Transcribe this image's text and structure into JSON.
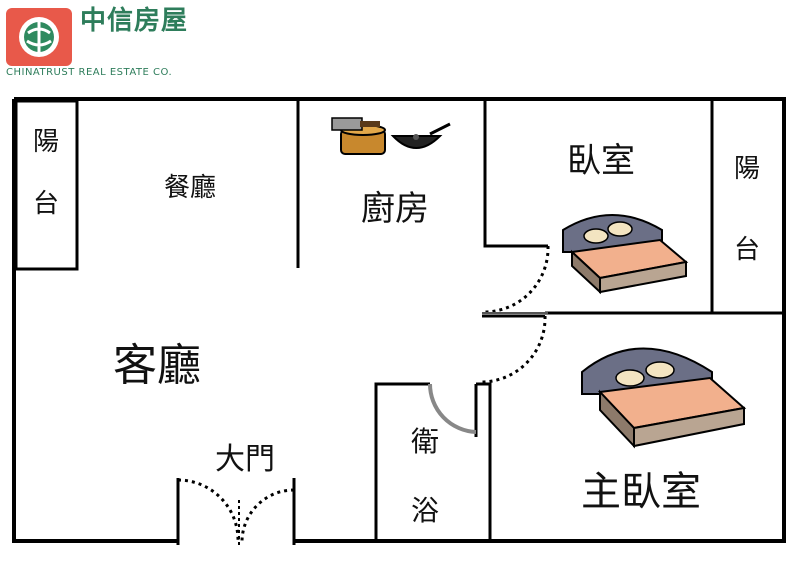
{
  "logo": {
    "name_zh": "中信房屋",
    "name_en": "CHINATRUST REAL ESTATE CO.",
    "brand_color": "#d9534f",
    "text_color": "#2e7d5b"
  },
  "rooms": {
    "balcony_left": "陽台",
    "dining": "餐廳",
    "kitchen": "廚房",
    "bedroom": "臥室",
    "balcony_right": "陽台",
    "living": "客廳",
    "main_door": "大門",
    "bathroom": "衛浴",
    "master_bedroom": "主臥室"
  },
  "icons": [
    "chopping-board-icon",
    "wok-icon",
    "bed-icon"
  ]
}
